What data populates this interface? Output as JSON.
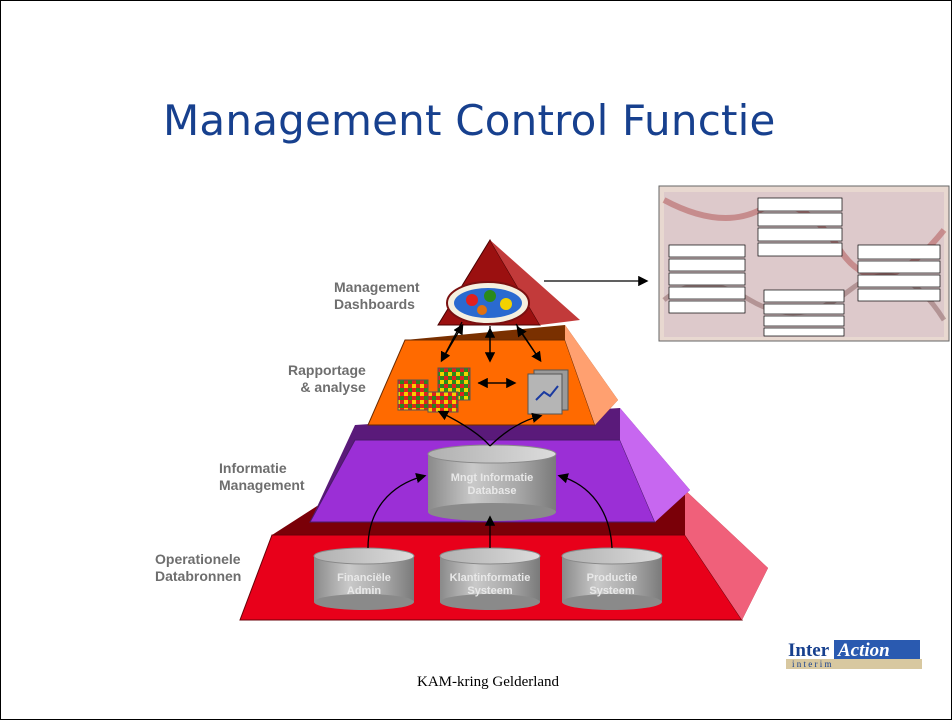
{
  "slide": {
    "title": "Management Control Functie",
    "footer": "KAM-kring Gelderland"
  },
  "layers": {
    "dashboards": {
      "line1": "Management",
      "line2": "Dashboards"
    },
    "rapportage": {
      "line1": "Rapportage",
      "line2": "& analyse"
    },
    "informatie": {
      "line1": "Informatie",
      "line2": "Management"
    },
    "operationele": {
      "line1": "Operationele",
      "line2": "Databronnen"
    }
  },
  "databases": {
    "mngt": {
      "line1": "Mngt Informatie",
      "line2": "Database"
    },
    "financiele": {
      "line1": "Financiële",
      "line2": "Admin"
    },
    "klant": {
      "line1": "Klantinformatie",
      "line2": "Systeem"
    },
    "productie": {
      "line1": "Productie",
      "line2": "Systeem"
    }
  },
  "logo": {
    "inter": "Inter",
    "action": "Action",
    "sub": "i n t e r i m"
  },
  "colors": {
    "title": "#17408e",
    "layer_top": "#9b1010",
    "layer_orange": "#ff6a00",
    "layer_purple": "#9b2fd6",
    "layer_red": "#e8001a"
  }
}
